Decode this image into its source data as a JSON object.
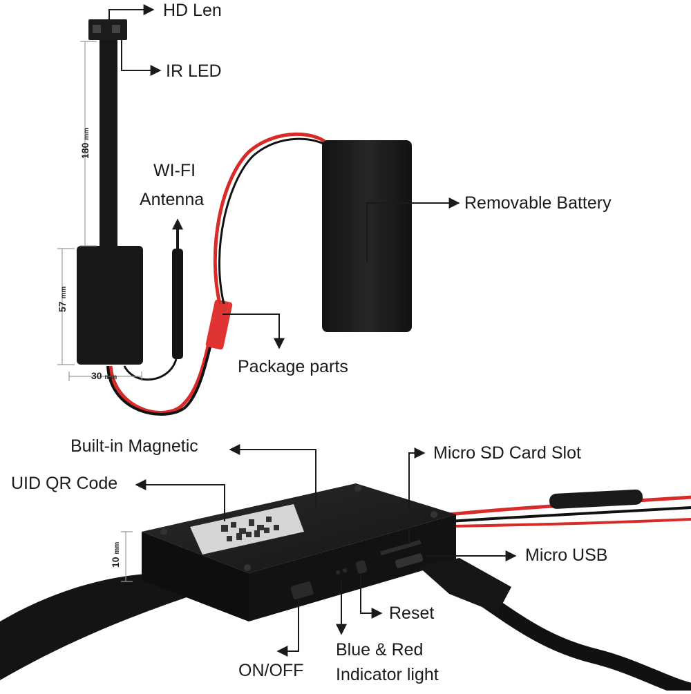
{
  "labels": {
    "hd_len": "HD Len",
    "ir_led": "IR LED",
    "wifi_line1": "WI-FI",
    "wifi_line2": "Antenna",
    "battery": "Removable Battery",
    "package": "Package parts",
    "magnetic": "Built-in Magnetic",
    "uid_qr": "UID QR Code",
    "sd_slot": "Micro SD Card Slot",
    "micro_usb": "Micro USB",
    "reset": "Reset",
    "indicator_line1": "Blue & Red",
    "indicator_line2": "Indicator light",
    "on_off": "ON/OFF"
  },
  "dimensions": {
    "length": "180",
    "height": "57",
    "width": "30",
    "thickness": "10",
    "unit": "mm"
  },
  "colors": {
    "device": "#161616",
    "wire_red": "#d92a2a",
    "wire_black": "#111111",
    "connector": "#e03434",
    "label_plate": "#d6d6d6"
  }
}
